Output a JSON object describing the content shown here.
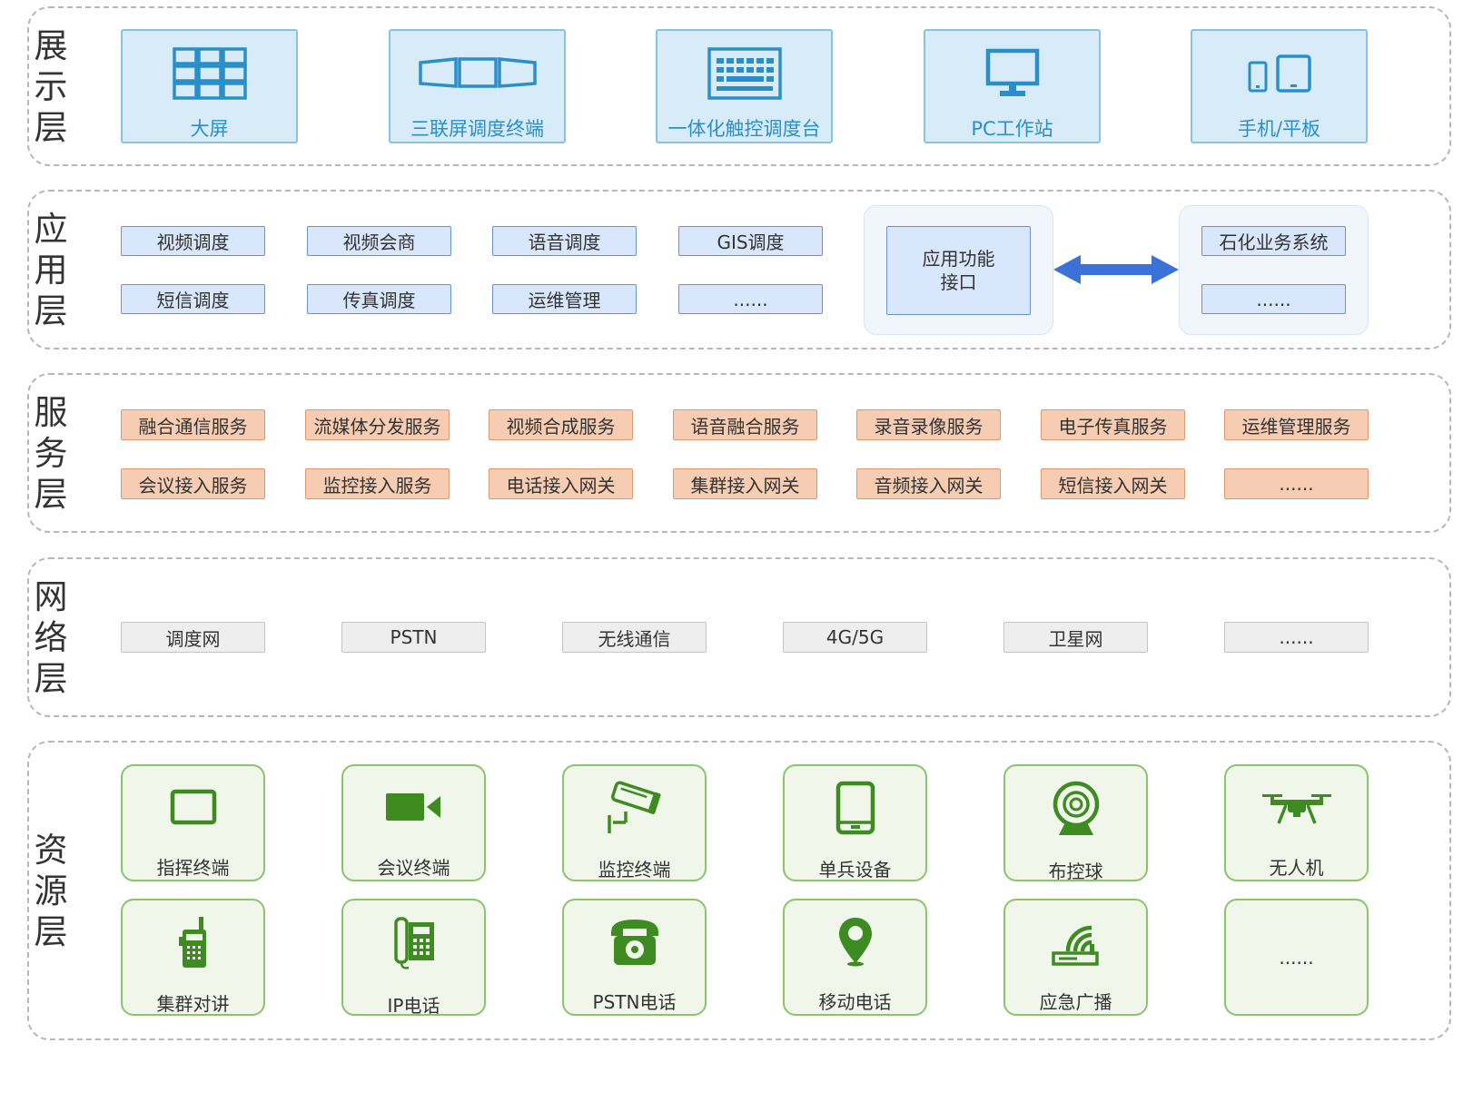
{
  "colors": {
    "display_fill": "#d7ecf8",
    "display_text": "#2a8fc9",
    "app_fill": "#d8e7fb",
    "app_border": "#6a93cc",
    "service_fill": "#f6ccb2",
    "service_border": "#dd9870",
    "network_fill": "#eeeeee",
    "resource_fill": "#f0f6ea",
    "resource_border": "#8ac56b",
    "resource_icon": "#3e8b22",
    "arrow": "#3a72d8"
  },
  "layers": {
    "display": {
      "title": [
        "展",
        "示",
        "层"
      ],
      "items": [
        {
          "label": "大屏",
          "icon": "video-wall-icon"
        },
        {
          "label": "三联屏调度终端",
          "icon": "triple-screen-icon"
        },
        {
          "label": "一体化触控调度台",
          "icon": "keyboard-console-icon"
        },
        {
          "label": "PC工作站",
          "icon": "monitor-icon"
        },
        {
          "label": "手机/平板",
          "icon": "phone-tablet-icon"
        }
      ]
    },
    "application": {
      "title": [
        "应",
        "用",
        "层"
      ],
      "items": [
        "视频调度",
        "视频会商",
        "语音调度",
        "GIS调度",
        "短信调度",
        "传真调度",
        "运维管理",
        "......"
      ],
      "interface": "应用功能\n接口",
      "external": [
        "石化业务系统",
        "......"
      ]
    },
    "service": {
      "title": [
        "服",
        "务",
        "层"
      ],
      "items": [
        "融合通信服务",
        "流媒体分发服务",
        "视频合成服务",
        "语音融合服务",
        "录音录像服务",
        "电子传真服务",
        "运维管理服务",
        "会议接入服务",
        "监控接入服务",
        "电话接入网关",
        "集群接入网关",
        "音频接入网关",
        "短信接入网关",
        "......"
      ]
    },
    "network": {
      "title": [
        "网",
        "络",
        "层"
      ],
      "items": [
        "调度网",
        "PSTN",
        "无线通信",
        "4G/5G",
        "卫星网",
        "......"
      ]
    },
    "resource": {
      "title": [
        "资",
        "源",
        "层"
      ],
      "items": [
        {
          "label": "指挥终端",
          "icon": "tablet-terminal-icon"
        },
        {
          "label": "会议终端",
          "icon": "video-camera-icon"
        },
        {
          "label": "监控终端",
          "icon": "cctv-camera-icon"
        },
        {
          "label": "单兵设备",
          "icon": "handheld-device-icon"
        },
        {
          "label": "布控球",
          "icon": "dome-camera-icon"
        },
        {
          "label": "无人机",
          "icon": "drone-icon"
        },
        {
          "label": "集群对讲",
          "icon": "walkie-talkie-icon"
        },
        {
          "label": "IP电话",
          "icon": "ip-phone-icon"
        },
        {
          "label": "PSTN电话",
          "icon": "telephone-icon"
        },
        {
          "label": "移动电话",
          "icon": "location-pin-icon"
        },
        {
          "label": "应急广播",
          "icon": "broadcast-icon"
        },
        {
          "label": "......",
          "icon": ""
        }
      ]
    }
  }
}
